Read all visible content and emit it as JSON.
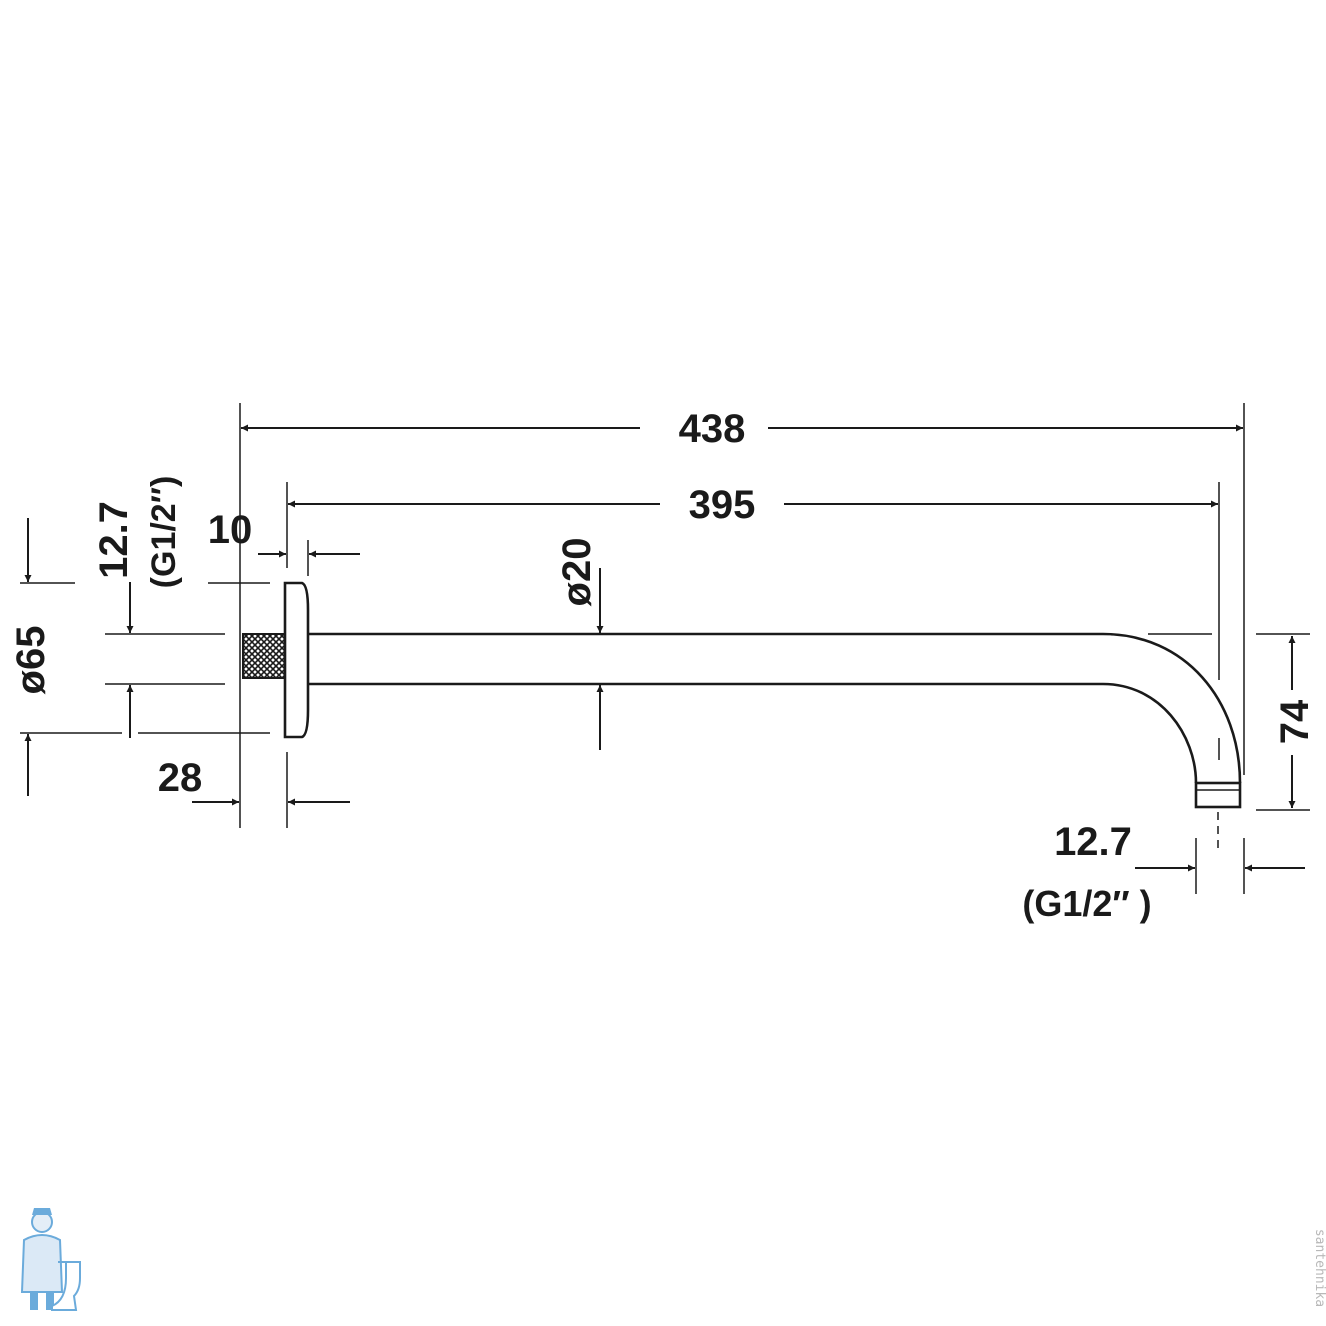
{
  "dimensions": {
    "overall_length": "438",
    "arm_length": "395",
    "rosette_depth_top": "10",
    "inlet_thread_size": "12.7",
    "inlet_thread_type": "(G1/2″)",
    "rosette_diameter": "ø65",
    "wall_depth": "28",
    "pipe_diameter": "ø20",
    "drop_height": "74",
    "outlet_thread_size": "12.7",
    "outlet_thread_type": "(G1/2″ )"
  },
  "watermark": {
    "side_text": "santehnika"
  },
  "colors": {
    "line": "#1a1a1a",
    "background": "#ffffff",
    "mascot_blue": "#3a8fd0"
  }
}
